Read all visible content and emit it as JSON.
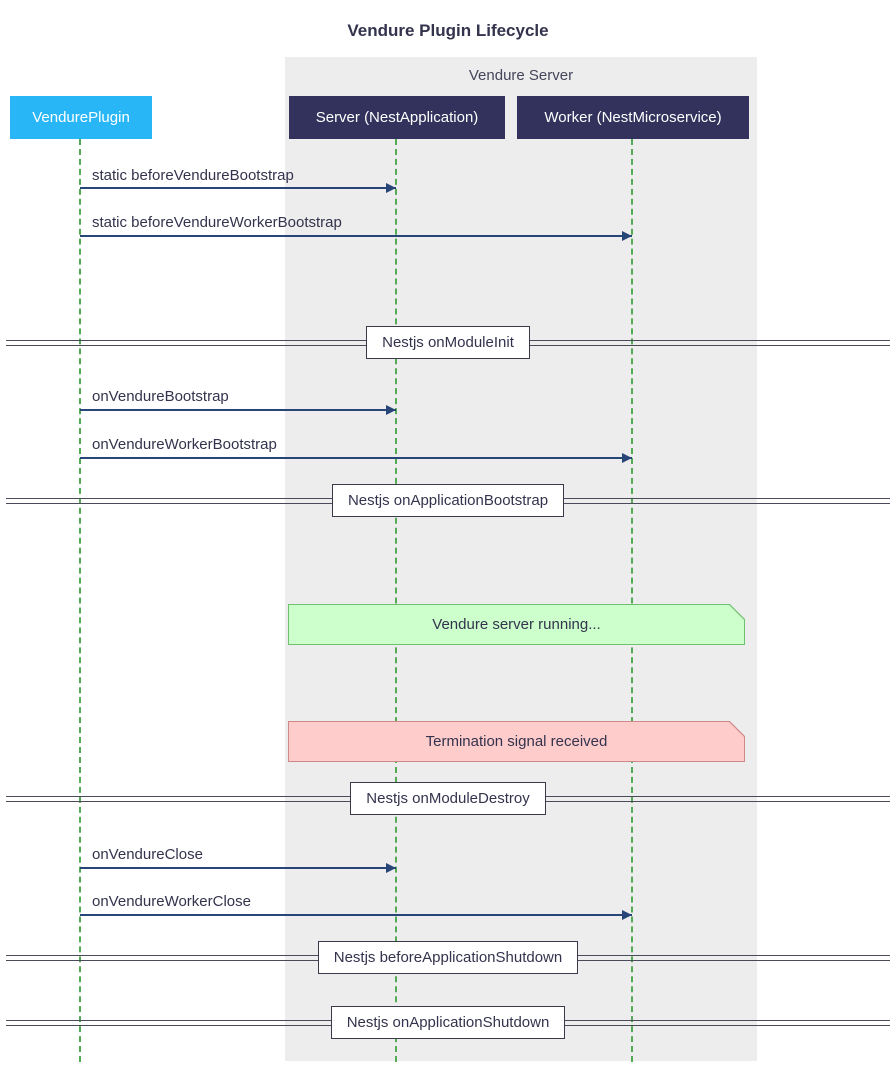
{
  "title": "Vendure Plugin Lifecycle",
  "group": {
    "label": "Vendure Server"
  },
  "actors": [
    {
      "label": "VendurePlugin"
    },
    {
      "label": "Server (NestApplication)"
    },
    {
      "label": "Worker (NestMicroservice)"
    }
  ],
  "messages": [
    {
      "label": "static beforeVendureBootstrap",
      "from": "VendurePlugin",
      "to": "Server (NestApplication)"
    },
    {
      "label": "static beforeVendureWorkerBootstrap",
      "from": "VendurePlugin",
      "to": "Worker (NestMicroservice)"
    },
    {
      "label": "onVendureBootstrap",
      "from": "VendurePlugin",
      "to": "Server (NestApplication)"
    },
    {
      "label": "onVendureWorkerBootstrap",
      "from": "VendurePlugin",
      "to": "Worker (NestMicroservice)"
    },
    {
      "label": "onVendureClose",
      "from": "VendurePlugin",
      "to": "Server (NestApplication)"
    },
    {
      "label": "onVendureWorkerClose",
      "from": "VendurePlugin",
      "to": "Worker (NestMicroservice)"
    }
  ],
  "dividers": [
    {
      "label": "Nestjs onModuleInit"
    },
    {
      "label": "Nestjs onApplicationBootstrap"
    },
    {
      "label": "Nestjs onModuleDestroy"
    },
    {
      "label": "Nestjs beforeApplicationShutdown"
    },
    {
      "label": "Nestjs onApplicationShutdown"
    }
  ],
  "notes": [
    {
      "label": "Vendure server running...",
      "type": "success"
    },
    {
      "label": "Termination signal received",
      "type": "danger"
    }
  ],
  "colors": {
    "actor_plugin_bg": "#29b6f6",
    "actor_server_bg": "#32325d",
    "actor_text": "#ffffff",
    "lifeline": "#55aa55",
    "arrow": "#274577",
    "text": "#33334d",
    "group_bg": "#ededed",
    "group_label": "#44455a",
    "divider_line": "#4a4a5a",
    "divider_border": "#3a3a4a",
    "note_success_bg": "#ccffcc",
    "note_success_border": "#6fc06f",
    "note_danger_bg": "#ffcccc",
    "note_danger_border": "#cf8888"
  }
}
